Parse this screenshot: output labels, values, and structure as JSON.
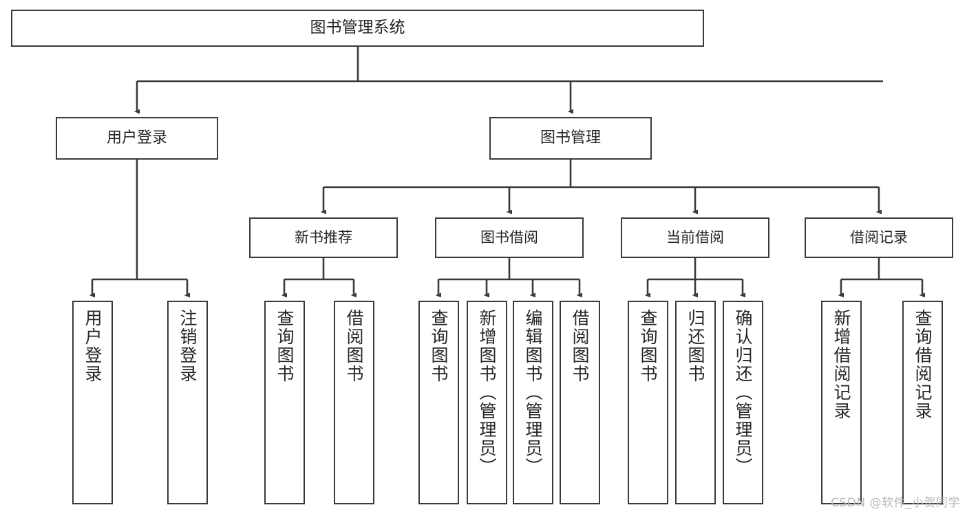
{
  "diagram": {
    "title": "图书管理系统",
    "watermark": "CSDN @软件_小贺同学",
    "line_color": "#3a3a3a",
    "box_fill": "#ffffff",
    "text_color": "#262626"
  },
  "root": {
    "label": "图书管理系统"
  },
  "level2": [
    {
      "label": "用户登录"
    },
    {
      "label": "图书管理"
    }
  ],
  "level3": [
    {
      "label": "新书推荐"
    },
    {
      "label": "图书借阅"
    },
    {
      "label": "当前借阅"
    },
    {
      "label": "借阅记录"
    }
  ],
  "leaves": {
    "user_login": [
      {
        "label": "用户登录"
      },
      {
        "label": "注销登录"
      }
    ],
    "new_book": [
      {
        "label": "查询图书"
      },
      {
        "label": "借阅图书"
      }
    ],
    "book_borrow": [
      {
        "label": "查询图书"
      },
      {
        "label": "新增图书（管理员）"
      },
      {
        "label": "编辑图书（管理员）"
      },
      {
        "label": "借阅图书"
      }
    ],
    "current_borrow": [
      {
        "label": "查询图书"
      },
      {
        "label": "归还图书"
      },
      {
        "label": "确认归还（管理员）"
      }
    ],
    "borrow_record": [
      {
        "label": "新增借阅记录"
      },
      {
        "label": "查询借阅记录"
      }
    ]
  }
}
